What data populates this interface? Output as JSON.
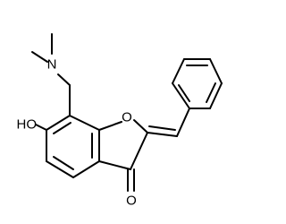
{
  "molecule": {
    "atoms": {
      "nitrogen": "N",
      "hydroxyl": "HO",
      "ring_oxygen": "O",
      "carbonyl_oxygen": "O"
    },
    "colors": {
      "bond": "#000000",
      "label": "#000000",
      "background": "#ffffff"
    }
  }
}
